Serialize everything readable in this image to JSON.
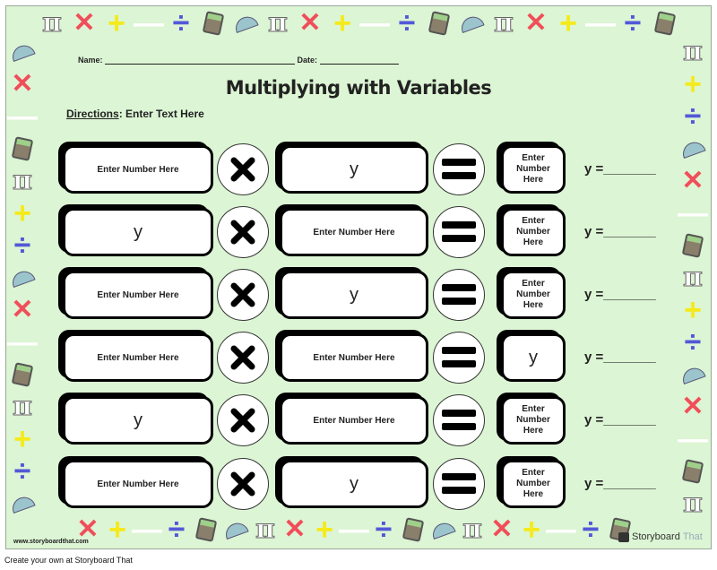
{
  "header": {
    "name_label": "Name:",
    "date_label": "Date:"
  },
  "title": "Multiplying with Variables",
  "directions": {
    "label": "Directions",
    "text": ": Enter Text Here"
  },
  "rows": [
    {
      "left": "Enter Number Here",
      "middle": "y",
      "right": "Enter Number Here",
      "answer": "y =_______"
    },
    {
      "left": "y",
      "middle": "Enter Number Here",
      "right": "Enter Number Here",
      "answer": "y =_______"
    },
    {
      "left": "Enter Number Here",
      "middle": "y",
      "right": "Enter Number Here",
      "answer": "y =_______"
    },
    {
      "left": "Enter Number Here",
      "middle": "Enter Number Here",
      "right": "y",
      "answer": "y =_______"
    },
    {
      "left": "y",
      "middle": "Enter Number Here",
      "right": "Enter Number Here",
      "answer": "y =_______"
    },
    {
      "left": "Enter Number Here",
      "middle": "y",
      "right": "Enter Number Here",
      "answer": "y =_______"
    }
  ],
  "border_icons": [
    "pi",
    "times",
    "plus",
    "minus",
    "divide",
    "calc",
    "protractor"
  ],
  "footer": {
    "url": "www.storyboardthat.com",
    "logo": "Storyboard",
    "logo_that": "That",
    "credit": "Create your own at Storyboard That"
  }
}
